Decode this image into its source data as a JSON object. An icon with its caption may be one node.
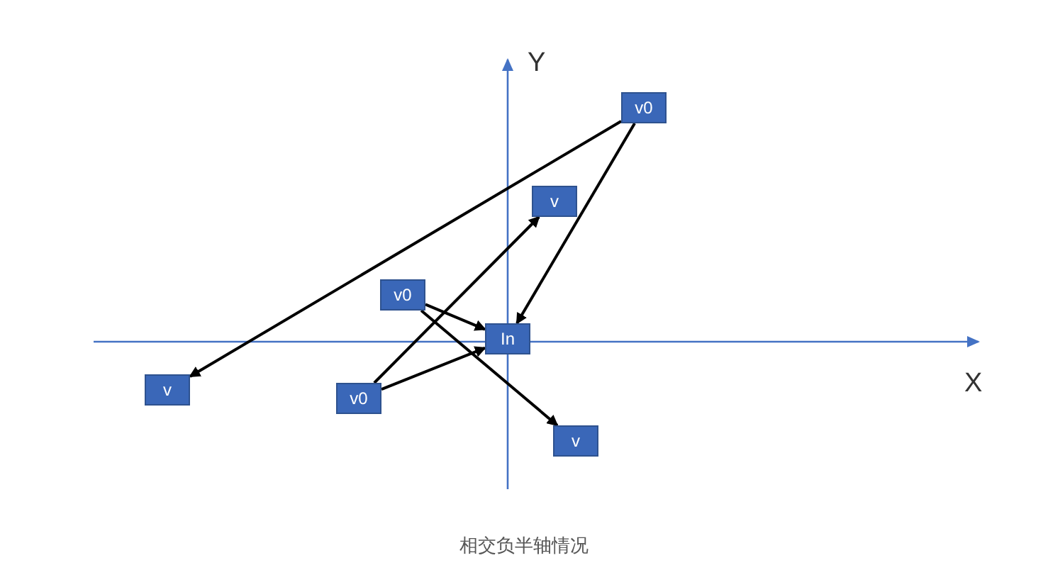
{
  "diagram": {
    "caption": "相交负半轴情况",
    "nodes": [
      {
        "text": [
          "v0"
        ]
      },
      {
        "text": [
          "v"
        ]
      },
      {
        "text": [
          "v0"
        ]
      },
      {
        "text": [
          "In"
        ]
      },
      {
        "text": [
          "v"
        ]
      },
      {
        "text": [
          "v0"
        ]
      },
      {
        "text": [
          "v"
        ]
      }
    ],
    "edges": [
      {
        "from": 0,
        "to": 4,
        "arrow": "to"
      },
      {
        "from": 0,
        "to": 3,
        "arrow": "to"
      },
      {
        "from": 2,
        "to": 3,
        "arrow": "to"
      },
      {
        "from": 2,
        "to": 6,
        "arrow": "to"
      },
      {
        "from": 5,
        "to": 1,
        "arrow": "to"
      },
      {
        "from": 5,
        "to": 3,
        "arrow": "to"
      }
    ],
    "labels": [
      "Y",
      "X"
    ]
  }
}
